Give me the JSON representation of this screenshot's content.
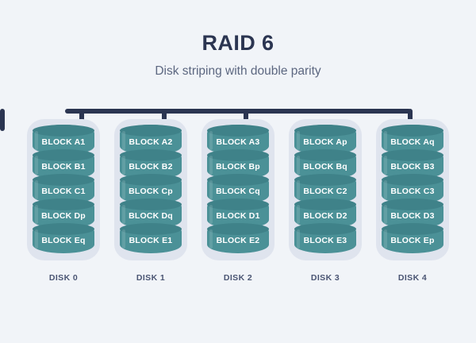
{
  "header": {
    "title": "RAID 6",
    "subtitle": "Disk striping with double parity"
  },
  "colors": {
    "background": "#f1f4f8",
    "title": "#2b3551",
    "subtitle": "#5c6780",
    "bus": "#2b3551",
    "cylinder_body": "#4b9197",
    "cylinder_top": "#3f8289",
    "casing": "#dfe4ee",
    "block_text": "#ffffff",
    "disk_label": "#4a5573"
  },
  "bus": {
    "name": "controller-bus",
    "drop_count": 5
  },
  "disks": [
    {
      "label": "DISK 0",
      "blocks": [
        "BLOCK A1",
        "BLOCK B1",
        "BLOCK C1",
        "BLOCK Dp",
        "BLOCK Eq"
      ]
    },
    {
      "label": "DISK 1",
      "blocks": [
        "BLOCK A2",
        "BLOCK B2",
        "BLOCK Cp",
        "BLOCK Dq",
        "BLOCK E1"
      ]
    },
    {
      "label": "DISK 2",
      "blocks": [
        "BLOCK A3",
        "BLOCK Bp",
        "BLOCK Cq",
        "BLOCK D1",
        "BLOCK E2"
      ]
    },
    {
      "label": "DISK 3",
      "blocks": [
        "BLOCK Ap",
        "BLOCK Bq",
        "BLOCK C2",
        "BLOCK D2",
        "BLOCK E3"
      ]
    },
    {
      "label": "DISK 4",
      "blocks": [
        "BLOCK Aq",
        "BLOCK B3",
        "BLOCK C3",
        "BLOCK D3",
        "BLOCK Ep"
      ]
    }
  ]
}
